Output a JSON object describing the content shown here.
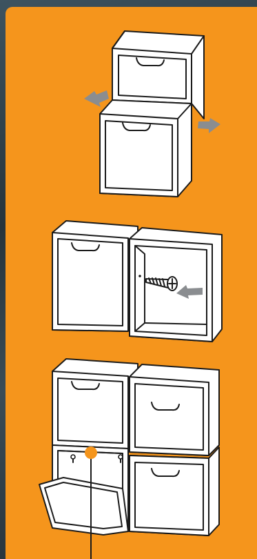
{
  "colors": {
    "background": "#2c3f4a",
    "panel": "#f5951c",
    "box_fill": "#ffffff",
    "box_stroke": "#1a1a1a",
    "arrow": "#8a8d90",
    "highlight_dot": "#f5951c",
    "leader_line": "#1a1a1a"
  },
  "steps": [
    {
      "icon": "stack-boxes-illustration"
    },
    {
      "icon": "screw-join-illustration"
    },
    {
      "icon": "wall-mount-illustration"
    }
  ]
}
